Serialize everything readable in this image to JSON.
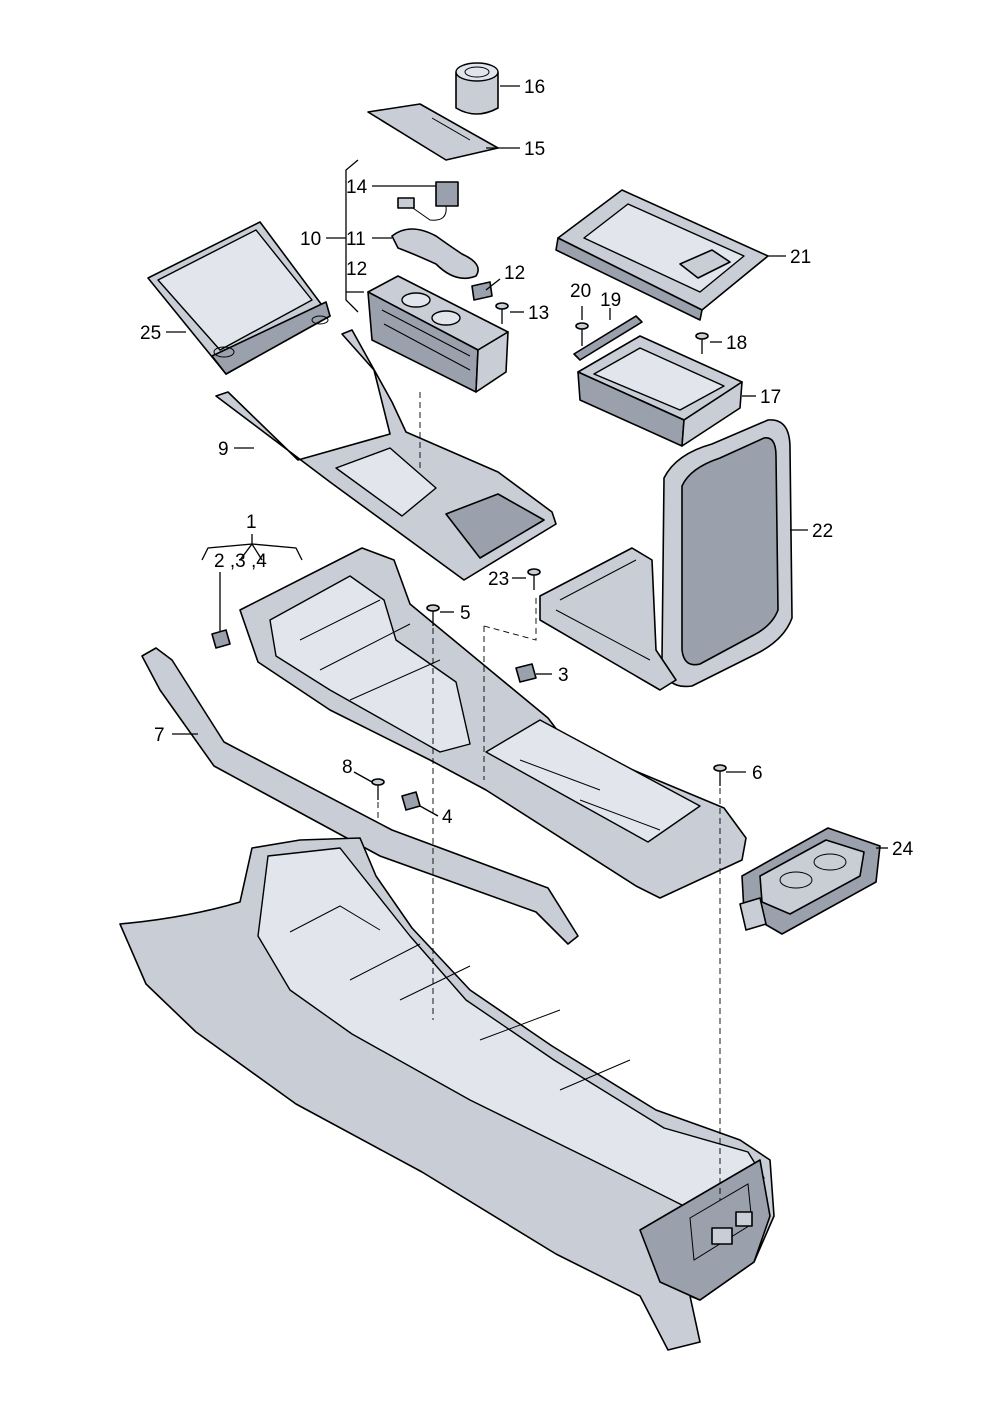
{
  "labels": {
    "l1": "1",
    "l2_3_4": "2 ,3 ,4",
    "l3": "3",
    "l4": "4",
    "l5": "5",
    "l6": "6",
    "l7": "7",
    "l8": "8",
    "l9": "9",
    "l10": "10",
    "l11": "11",
    "l12a": "12",
    "l12b": "12",
    "l13": "13",
    "l14": "14",
    "l15": "15",
    "l16": "16",
    "l17": "17",
    "l18": "18",
    "l19": "19",
    "l20": "20",
    "l21": "21",
    "l22": "22",
    "l23": "23",
    "l24": "24",
    "l25": "25"
  },
  "colors": {
    "part_fill": "#c9ced6",
    "part_dark": "#9aa1ac",
    "outline": "#000000",
    "background": "#ffffff"
  }
}
